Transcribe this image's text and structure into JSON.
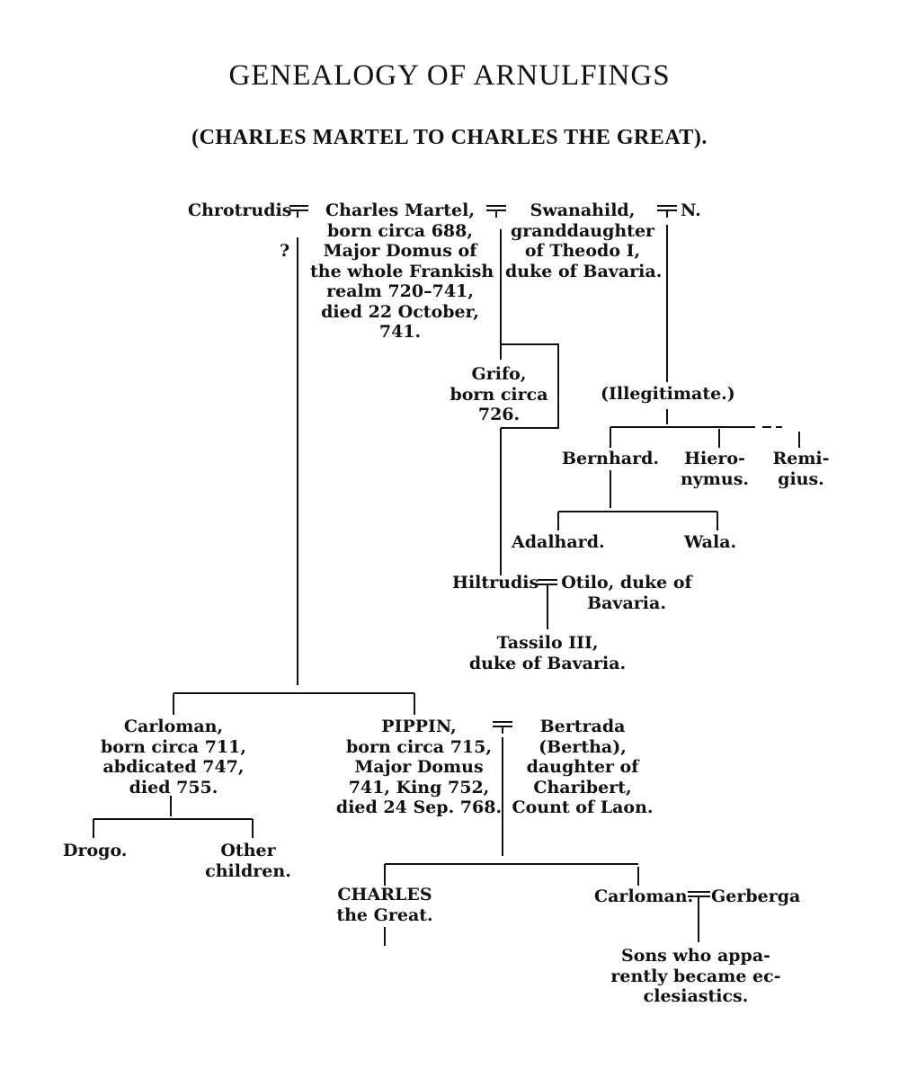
{
  "title": "GENEALOGY OF ARNULFINGS",
  "subtitle": "(CHARLES MARTEL TO CHARLES THE GREAT).",
  "persons": {
    "chrotrudis": "Chrotrudis",
    "chrotrudis_q": "?",
    "charles_martel": "Charles Martel,\nborn circa 688,\nMajor Domus of\nthe whole Frankish\nrealm 720–741,\ndied 22 October,\n741.",
    "swanahild": "Swanahild,\ngranddaughter\nof Theodo I,\nduke of Bavaria.",
    "n": "N.",
    "grifo": "Grifo,\nborn circa\n726.",
    "illegitimate": "(Illegitimate.)",
    "bernhard": "Bernhard.",
    "hieronymus": "Hiero-\nnymus.",
    "remigius": "Remi-\ngius.",
    "adalhard": "Adalhard.",
    "wala": "Wala.",
    "hiltrudis": "Hiltrudis",
    "otilo": "Otilo, duke of\nBavaria.",
    "tassilo": "Tassilo III,\nduke of Bavaria.",
    "carloman_elder": "Carloman,\nborn circa 711,\nabdicated 747,\ndied 755.",
    "pippin": "PIPPIN,\nborn circa 715,\nMajor Domus\n741, King 752,\ndied 24 Sep. 768.",
    "bertrada": "Bertrada\n(Bertha),\ndaughter of\nCharibert,\nCount of Laon.",
    "drogo": "Drogo.",
    "other_children": "Other\nchildren.",
    "charles_great": "CHARLES\nthe Great.",
    "carloman_younger": "Carloman.",
    "gerberga": "Gerberga",
    "sons": "Sons who appa-\nrently became ec-\nclesiastics."
  }
}
